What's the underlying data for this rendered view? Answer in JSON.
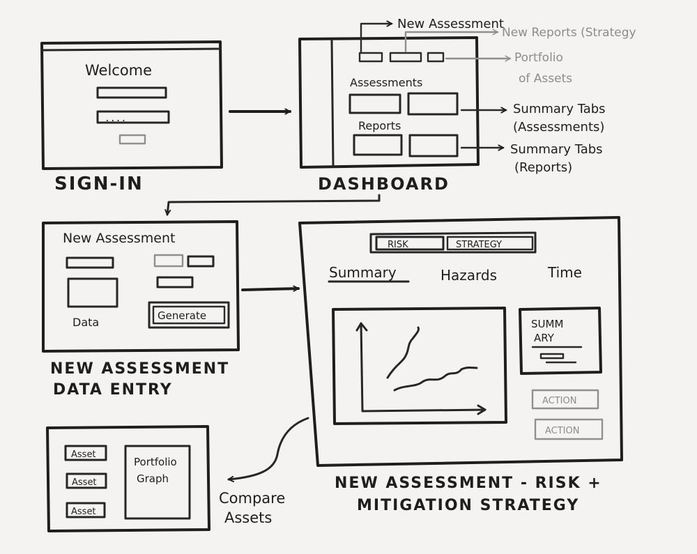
{
  "signin": {
    "welcome": "Welcome",
    "password_dots": "....",
    "caption": "SIGN-IN"
  },
  "dashboard": {
    "assessments_label": "Assessments",
    "reports_label": "Reports",
    "caption": "DASHBOARD",
    "link_new_assessment": "New Assessment",
    "link_new_reports": "New Reports (Strategy",
    "link_portfolio_line1": "Portfolio",
    "link_portfolio_line2": "of Assets",
    "summary_assessments_line1": "Summary Tabs",
    "summary_assessments_line2": "(Assessments)",
    "summary_reports_line1": "Summary Tabs",
    "summary_reports_line2": "(Reports)"
  },
  "data_entry": {
    "title": "New Assessment",
    "data_label": "Data",
    "generate_label": "Generate",
    "caption_line1": "NEW ASSESSMENT",
    "caption_line2": "DATA ENTRY"
  },
  "risk": {
    "tab_risk": "RISK",
    "tab_strategy": "STRATEGY",
    "subtab_summary": "Summary",
    "subtab_hazards": "Hazards",
    "subtab_time": "Time",
    "summary_line1": "SUMM",
    "summary_line2": "ARY",
    "action1": "ACTION",
    "action2": "ACTION",
    "caption_line1": "NEW ASSESSMENT - RISK +",
    "caption_line2": "MITIGATION STRATEGY"
  },
  "portfolio": {
    "assets": [
      "Asset",
      "Asset",
      "Asset"
    ],
    "graph_line1": "Portfolio",
    "graph_line2": "Graph",
    "compare_line1": "Compare",
    "compare_line2": "Assets"
  }
}
